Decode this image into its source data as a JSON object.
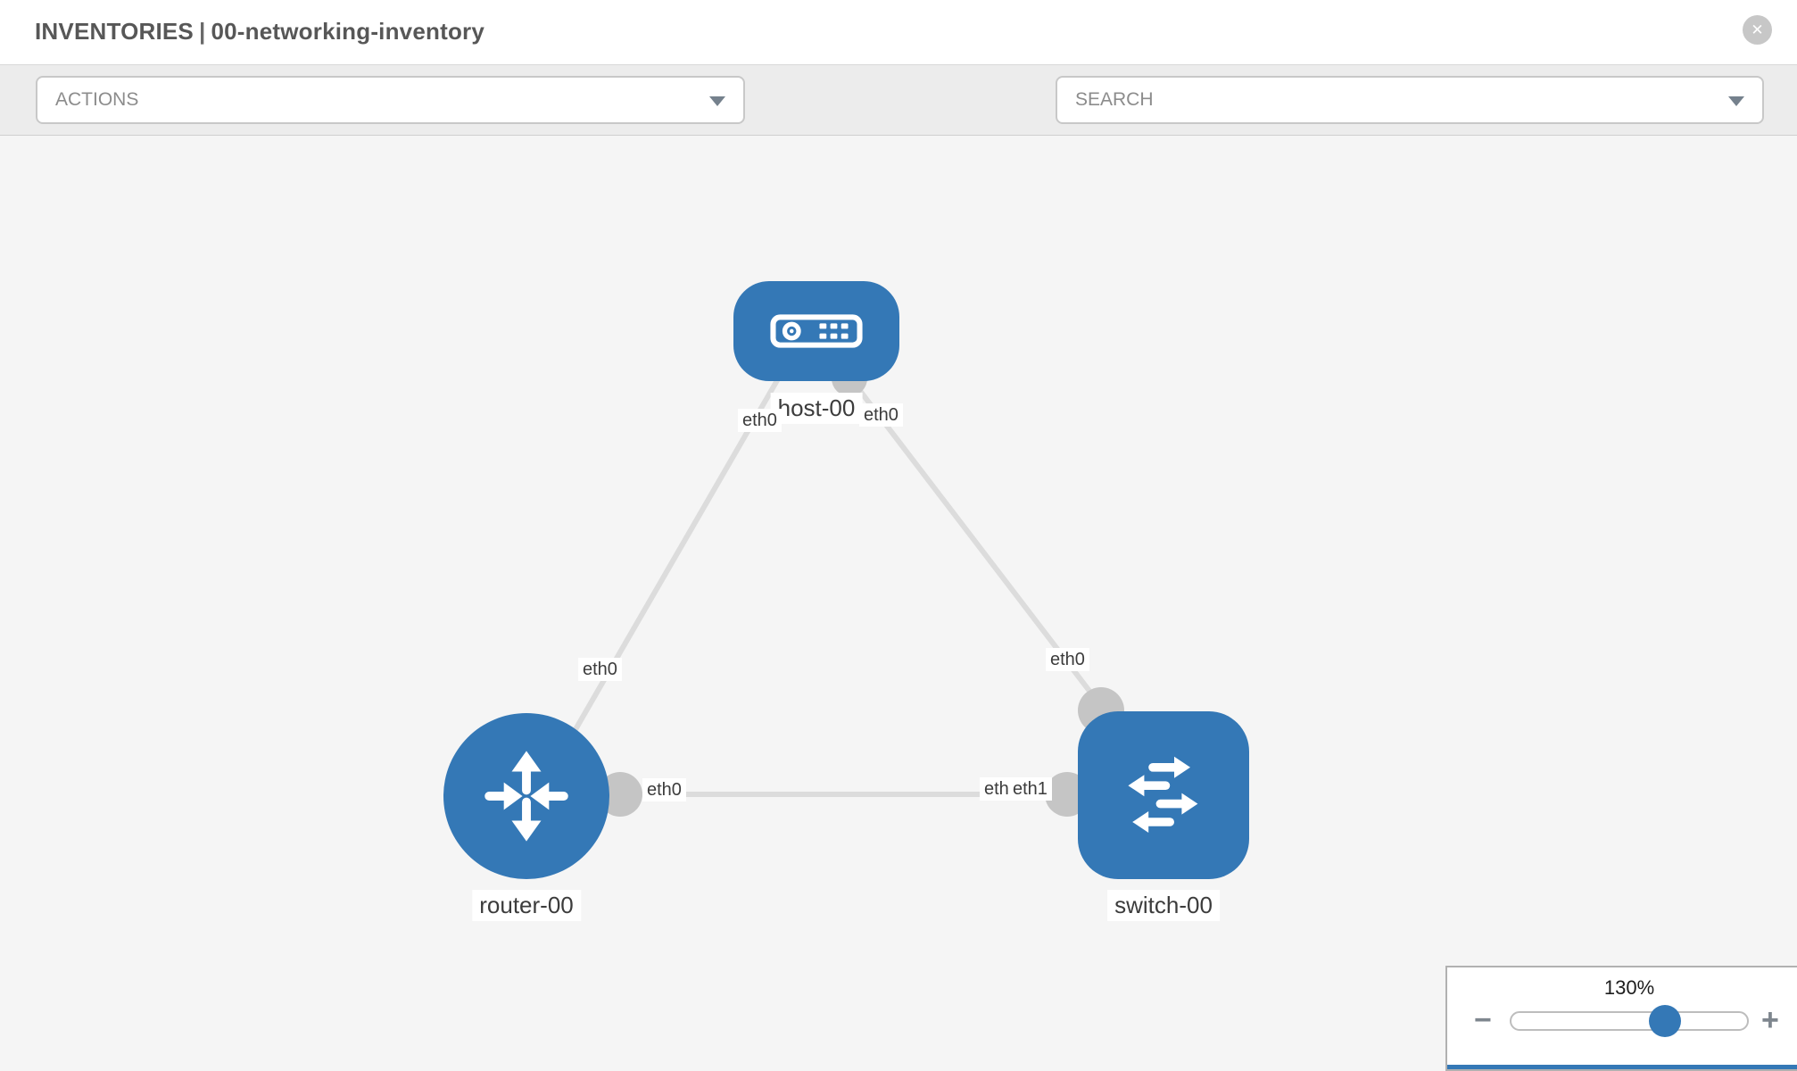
{
  "header": {
    "title_section": "INVENTORIES",
    "title_separator": "|",
    "title_name": "00-networking-inventory",
    "close_glyph": "✕"
  },
  "toolbar": {
    "actions_placeholder": "ACTIONS",
    "search_placeholder": "SEARCH",
    "icons": [
      "wrench-icon",
      "key-icon"
    ]
  },
  "diagram": {
    "nodes": [
      {
        "id": "host-00",
        "type": "host",
        "label": "host-00",
        "icon": "host-icon"
      },
      {
        "id": "router-00",
        "type": "router",
        "label": "router-00",
        "icon": "router-icon"
      },
      {
        "id": "switch-00",
        "type": "switch",
        "label": "switch-00",
        "icon": "switch-icon"
      }
    ],
    "links": [
      {
        "from": "host-00",
        "from_interface": "eth0",
        "to": "router-00",
        "to_interface": "eth0"
      },
      {
        "from": "host-00",
        "from_interface": "eth0",
        "to": "switch-00",
        "to_interface": "eth0"
      },
      {
        "from": "router-00",
        "from_interface": "eth0",
        "to": "switch-00",
        "to_interface": "eth1"
      }
    ],
    "switch_overlapped_interface": "eth0"
  },
  "zoom_control": {
    "level": "130%",
    "minus_label": "−",
    "plus_label": "+"
  },
  "colors": {
    "node_blue": "#3478b6",
    "link_gray": "#dcdcdc",
    "port_gray": "#c5c5c5",
    "canvas_bg": "#f5f5f5",
    "toolbar_bg": "#ececec",
    "accent_strip": "#3478b6"
  }
}
